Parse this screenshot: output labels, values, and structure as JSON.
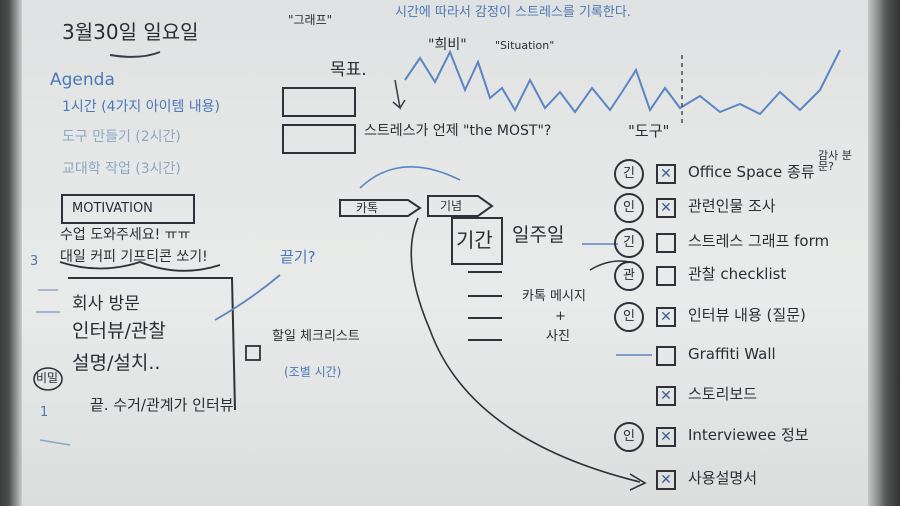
{
  "header": {
    "date": "3월30일 일요일",
    "top_note": "시간에 따라서 감정이 스트레스를 기록한다."
  },
  "agenda": {
    "title": "Agenda",
    "items": [
      "1시간 (4가지 아이템 내용)",
      "도구 만들기 (2시간)",
      "교대학 작업 (3시간)"
    ]
  },
  "graph": {
    "quote_label": "\"그래프\"",
    "goal_label": "목표.",
    "emotion_label": "\"희비\"",
    "situation_label": "\"Situation\"",
    "question": "스트레스가 언제 \"the MOST\"?"
  },
  "motivation": {
    "title": "MOTIVATION",
    "line1": "수업 도와주세요! ㅠㅠ",
    "line2": "대일 커피 기프티콘 쏘기!"
  },
  "flow": {
    "step1": "카톡",
    "step2": "기념",
    "period_label": "기간",
    "period_value": "일주일",
    "kakao_note": "카톡 메시지",
    "plus": "+",
    "photo": "사진",
    "kkeutgi": "끝기?"
  },
  "visit": {
    "line1": "회사 방문",
    "line2": "인터뷰/관찰",
    "line3": "설명/설치..",
    "line4": "끝. 수거/관계가 인터뷰",
    "side_num": "3",
    "side_num2": "1",
    "side_label": "비밀"
  },
  "checklist_side": {
    "label": "할일 체크리스트",
    "sub": "(조별 시간)"
  },
  "tools": {
    "title": "\"도구\"",
    "side_note": "감사 분문?",
    "items": [
      {
        "label": "Office Space 종류",
        "checked": true,
        "badge": "긴"
      },
      {
        "label": "관련인물 조사",
        "checked": true,
        "badge": "인"
      },
      {
        "label": "스트레스 그래프 form",
        "checked": false,
        "badge": "긴"
      },
      {
        "label": "관찰 checklist",
        "checked": false,
        "badge": "관"
      },
      {
        "label": "인터뷰 내용 (질문)",
        "checked": true,
        "badge": "인"
      },
      {
        "label": "Graffiti Wall",
        "checked": false,
        "badge": ""
      },
      {
        "label": "스토리보드",
        "checked": true,
        "badge": ""
      },
      {
        "label": "Interviewee 정보",
        "checked": true,
        "badge": "인"
      },
      {
        "label": "사용설명서",
        "checked": true,
        "badge": ""
      }
    ]
  }
}
